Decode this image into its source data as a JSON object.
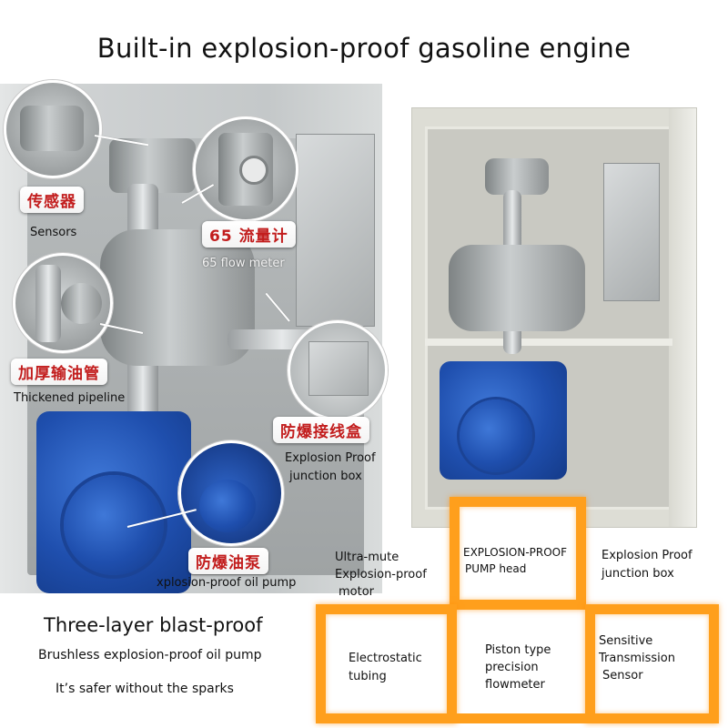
{
  "title": "Built-in explosion-proof gasoline engine",
  "callouts": {
    "sensors": {
      "cn": "传感器",
      "en": "Sensors"
    },
    "flowmeter": {
      "cn": "65 流量计",
      "en": "65 flow meter"
    },
    "pipeline": {
      "cn": "加厚输油管",
      "en": "Thickened pipeline"
    },
    "junction": {
      "cn": "防爆接线盒",
      "en_line1": "Explosion Proof",
      "en_line2": "junction box"
    },
    "oil_pump": {
      "cn": "防爆油泵",
      "en": "xplosion-proof oil pump"
    }
  },
  "features": {
    "motor": {
      "line1": "Ultra-mute",
      "line2": "Explosion-proof",
      "line3": "motor"
    },
    "pump_head": {
      "line1": "EXPLOSION-PROOF",
      "line2": "PUMP head"
    },
    "junction_box": {
      "line1": "Explosion Proof",
      "line2": "junction box"
    },
    "tubing": {
      "line1": "Electrostatic",
      "line2": "tubing"
    },
    "flowmeter": {
      "line1": "Piston type",
      "line2": "precision",
      "line3": "flowmeter"
    },
    "sensor": {
      "line1": "Sensitive",
      "line2": "Transmission",
      "line3": "Sensor"
    }
  },
  "bottom_left": {
    "headline": "Three-layer blast-proof",
    "subline": "Brushless explosion-proof oil pump",
    "note": "It’s safer without the sparks"
  },
  "colors": {
    "accent_orange": "#ff9f1c",
    "label_red": "#c21d1d",
    "motor_blue": "#1f4fae"
  }
}
